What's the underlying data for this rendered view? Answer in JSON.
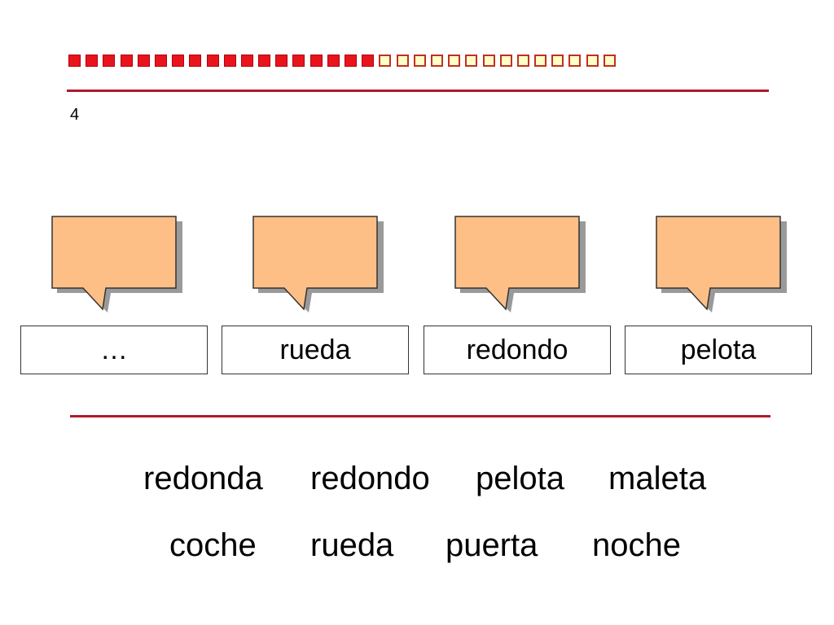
{
  "progress": {
    "filled": 18,
    "total": 32,
    "colors": {
      "filled": "#e8141c",
      "empty_fill": "#ffffc8",
      "empty_border": "#c03020"
    }
  },
  "page_number": "4",
  "accent_color": "#b0182a",
  "bubble_color": "#fdbf86",
  "boxes": [
    {
      "label": "…"
    },
    {
      "label": "rueda"
    },
    {
      "label": "redondo"
    },
    {
      "label": "pelota"
    }
  ],
  "word_bank": {
    "row1": [
      "redonda",
      "redondo",
      "pelota",
      "maleta"
    ],
    "row2": [
      "coche",
      "rueda",
      "puerta",
      "noche"
    ]
  }
}
